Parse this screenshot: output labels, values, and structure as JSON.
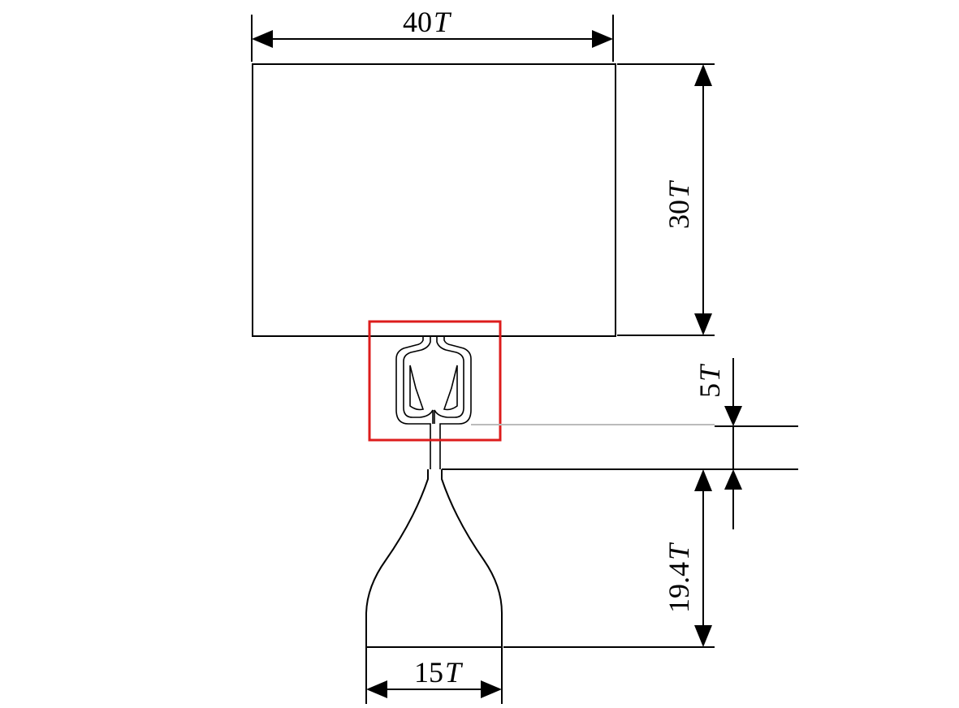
{
  "dimensions": {
    "patch_width": {
      "number": "40",
      "unit": "T"
    },
    "patch_height": {
      "number": "30",
      "unit": "T"
    },
    "feed_gap": {
      "number": "5",
      "unit": "T"
    },
    "taper_length": {
      "number": "19.4",
      "unit": "T"
    },
    "ground_width": {
      "number": "15",
      "unit": "T"
    }
  },
  "colors": {
    "line": "#000000",
    "highlight": "#dd1c1c",
    "background": "#ffffff"
  }
}
